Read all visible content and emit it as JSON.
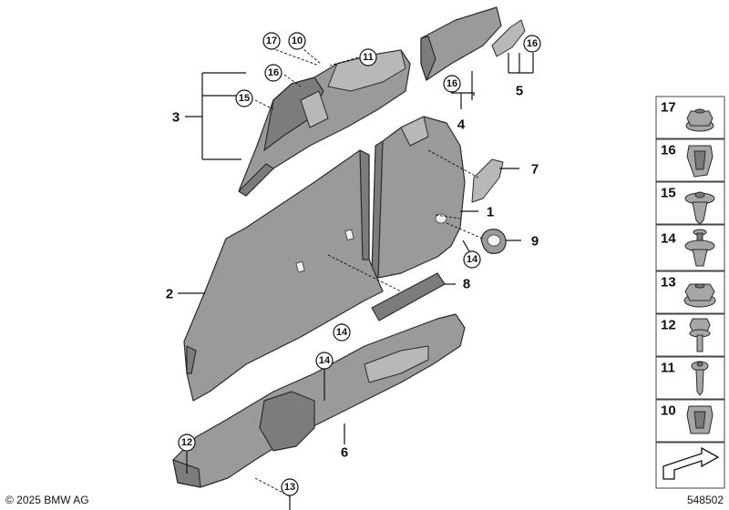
{
  "copyright": "© 2025 BMW AG",
  "diagram_id": "548502",
  "part_labels": [
    "1",
    "2",
    "3",
    "4",
    "5",
    "6",
    "7",
    "8",
    "9"
  ],
  "callouts": [
    "17",
    "10",
    "11",
    "16",
    "15",
    "16",
    "16",
    "14",
    "14",
    "14",
    "12",
    "13"
  ],
  "legend": [
    "17",
    "16",
    "15",
    "14",
    "13",
    "12",
    "11",
    "10"
  ]
}
